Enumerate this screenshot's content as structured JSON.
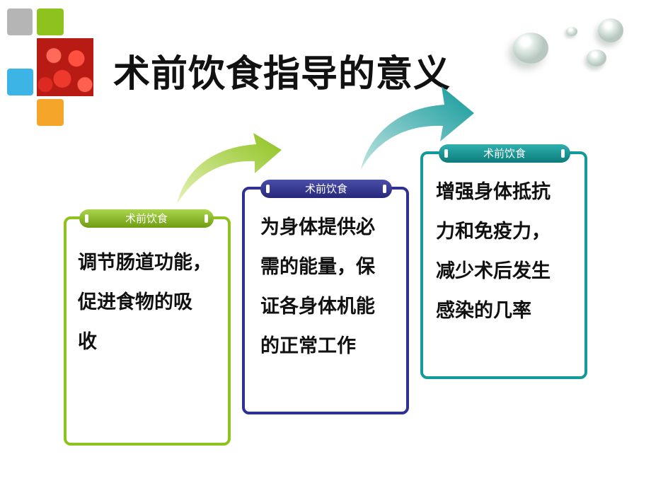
{
  "title": "术前饮食指导的意义",
  "cards": [
    {
      "label": "术前饮食",
      "lines": [
        "调节肠道功能，",
        "促进食物的吸",
        "收"
      ]
    },
    {
      "label": "术前饮食",
      "lines": [
        "为身体提供必",
        "需的能量，保",
        "证各身体机能",
        "的正常工作"
      ]
    },
    {
      "label": "术前饮食",
      "lines": [
        "增强身体抵抗",
        "力和免疫力，",
        "减少术后发生",
        "感染的几率"
      ]
    }
  ],
  "colors": {
    "green": "#8dc21f",
    "navy": "#2e3190",
    "teal": "#12999a",
    "gray_square": "#b5b5b5",
    "lime_square": "#8dc21f",
    "blue_square": "#3cb5e6",
    "orange_square": "#f6a52b"
  }
}
